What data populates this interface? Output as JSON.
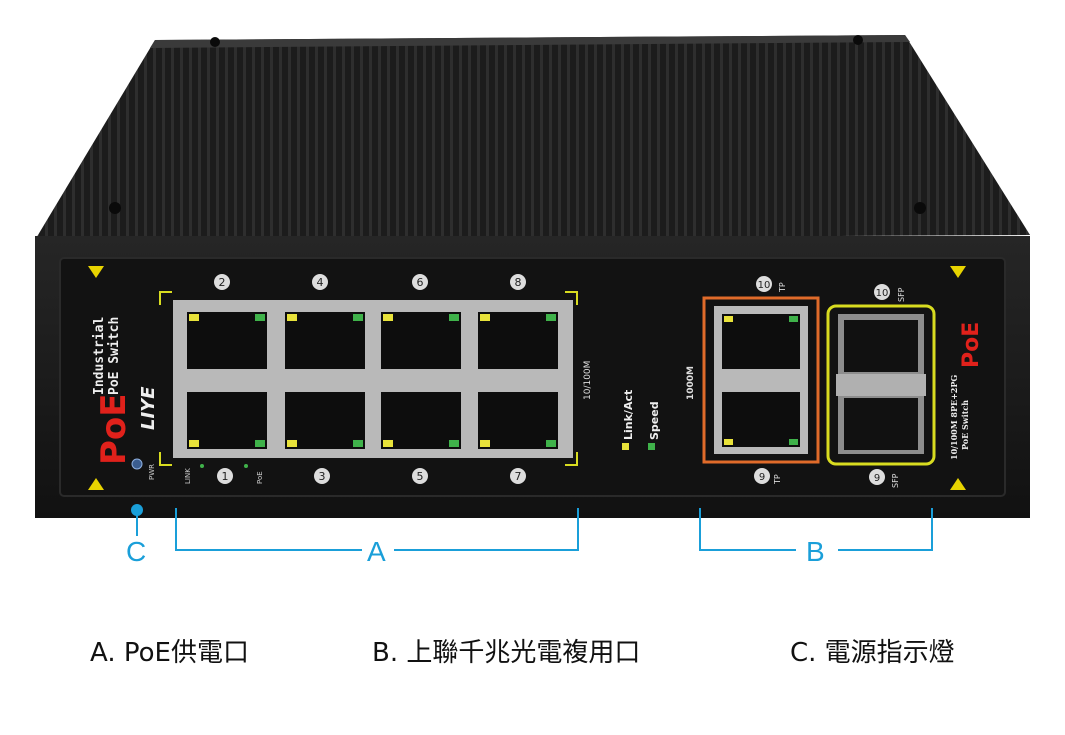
{
  "device": {
    "brand": "LIYE",
    "left_logo": "PoE",
    "left_caption_line1": "Industrial",
    "left_caption_line2": "PoE Switch",
    "pwr_label": "PWR",
    "link_label": "LINK",
    "poe_label": "PoE",
    "speed_label": "10/100M",
    "gig_label": "1000M",
    "led_legend_1": "Link/Act",
    "led_legend_2": "Speed",
    "port_numbers_top": [
      "2",
      "4",
      "6",
      "8"
    ],
    "port_numbers_bottom": [
      "1",
      "3",
      "5",
      "7"
    ],
    "uplink_tp_top": "10",
    "uplink_tp_bottom": "9",
    "uplink_sfp_top": "10",
    "uplink_sfp_bottom": "9",
    "tp_label": "TP",
    "sfp_label": "SFP",
    "right_logo": "PoE",
    "right_caption_line1": "10/100M 8PE+2PG",
    "right_caption_line2": "PoE Switch",
    "colors": {
      "body": "#1a1a1a",
      "accent_red": "#e0211b",
      "led_yellow": "#e8e23a",
      "led_green": "#3fb24a",
      "callout": "#1a9fd9",
      "tp_frame": "#e06b2a",
      "sfp_frame": "#d8dc20"
    }
  },
  "callouts": {
    "a": "A",
    "b": "B",
    "c": "C"
  },
  "legend": {
    "a": "A. PoE供電口",
    "b": "B. 上聯千兆光電複用口",
    "c": "C. 電源指示燈"
  }
}
